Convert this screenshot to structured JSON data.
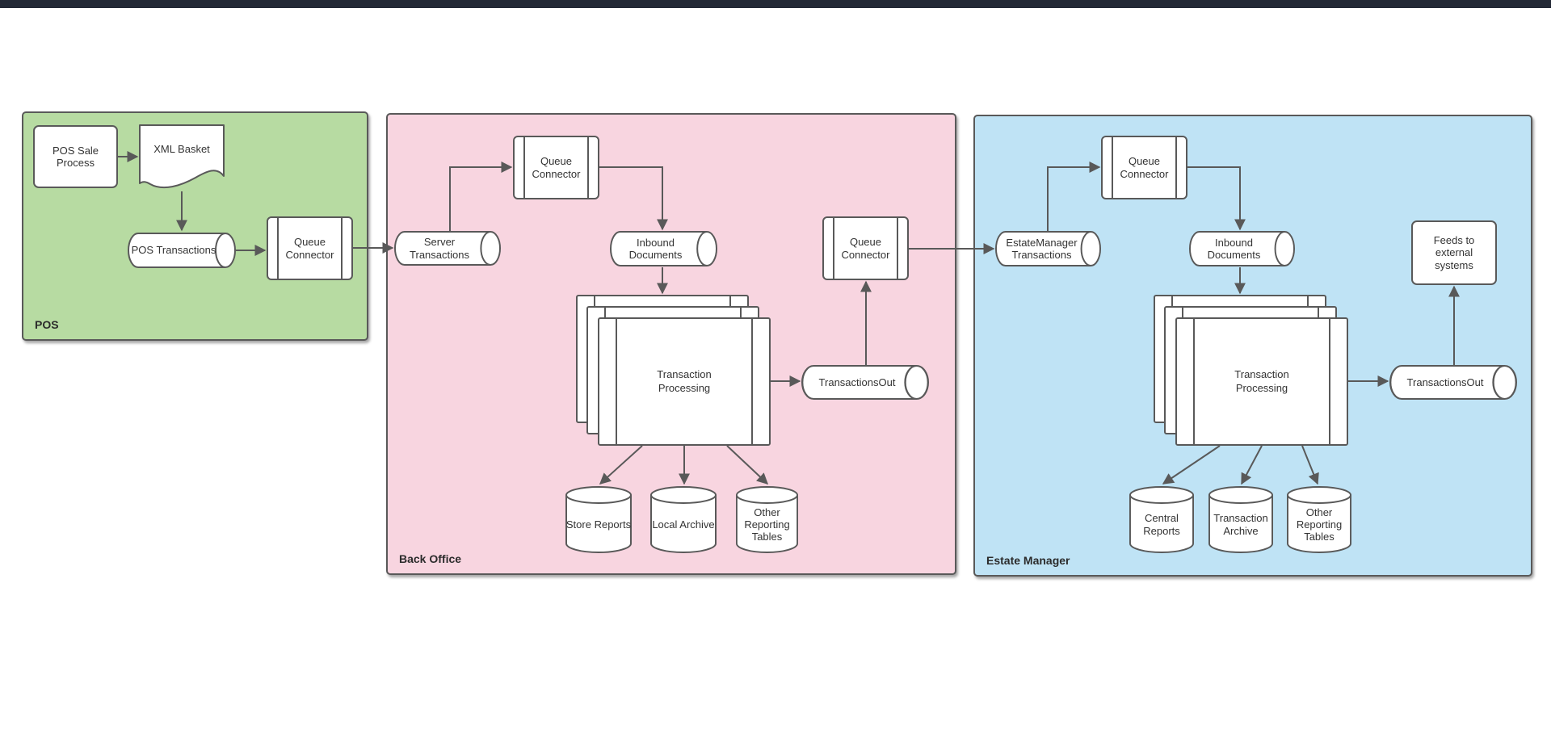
{
  "topbar": {
    "color": "#232936"
  },
  "containers": {
    "pos": {
      "label": "POS",
      "fill": "#b7dba2"
    },
    "back_office": {
      "label": "Back Office",
      "fill": "#f8d5e0"
    },
    "estate_manager": {
      "label": "Estate Manager",
      "fill": "#bfe3f5"
    }
  },
  "nodes": {
    "pos_sale_process": {
      "label": "POS Sale Process",
      "type": "process"
    },
    "xml_basket": {
      "label": "XML Basket",
      "type": "document"
    },
    "pos_transactions": {
      "label": "POS Transactions",
      "type": "queue-cylinder"
    },
    "queue_connector_pos": {
      "label": "Queue Connector",
      "type": "queue-connector"
    },
    "server_transactions": {
      "label": "Server Transactions",
      "type": "queue-cylinder"
    },
    "queue_connector_bo_in": {
      "label": "Queue Connector",
      "type": "queue-connector"
    },
    "inbound_documents_bo": {
      "label": "Inbound Documents",
      "type": "queue-cylinder"
    },
    "transaction_processing_bo": {
      "label": "Transaction Processing",
      "type": "process-stack"
    },
    "transactions_out_bo": {
      "label": "TransactionsOut",
      "type": "queue-cylinder"
    },
    "queue_connector_bo_out": {
      "label": "Queue Connector",
      "type": "queue-connector"
    },
    "store_reports": {
      "label": "Store Reports",
      "type": "database"
    },
    "local_archive": {
      "label": "Local Archive",
      "type": "database"
    },
    "other_reporting_tables_bo": {
      "label": "Other Reporting Tables",
      "type": "database"
    },
    "estatemanager_transactions": {
      "label": "EstateManager Transactions",
      "type": "queue-cylinder"
    },
    "queue_connector_em_in": {
      "label": "Queue Connector",
      "type": "queue-connector"
    },
    "inbound_documents_em": {
      "label": "Inbound Documents",
      "type": "queue-cylinder"
    },
    "transaction_processing_em": {
      "label": "Transaction Processing",
      "type": "process-stack"
    },
    "transactions_out_em": {
      "label": "TransactionsOut",
      "type": "queue-cylinder"
    },
    "feeds_external": {
      "label": "Feeds to external systems",
      "type": "process"
    },
    "central_reports": {
      "label": "Central Reports",
      "type": "database"
    },
    "transaction_archive": {
      "label": "Transaction Archive",
      "type": "database"
    },
    "other_reporting_tables_em": {
      "label": "Other Reporting Tables",
      "type": "database"
    }
  },
  "colors": {
    "container_border": "#595959",
    "shape_border": "#595959",
    "shape_fill": "#ffffff",
    "arrow": "#595959",
    "text": "#333333"
  }
}
